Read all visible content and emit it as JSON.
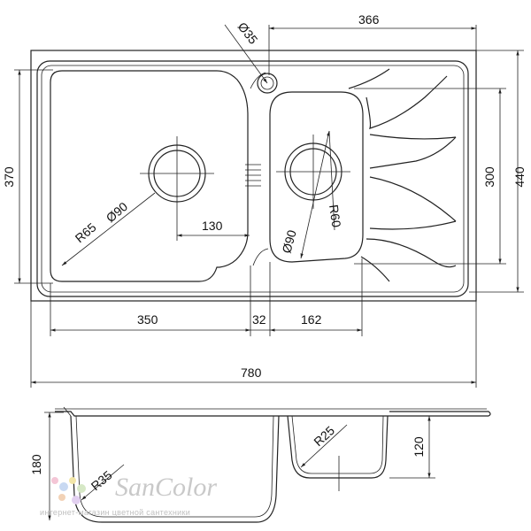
{
  "dimensions": {
    "overall_width": "780",
    "overall_depth": "440",
    "bowl_width_large": "350",
    "divider_width": "32",
    "bowl_width_small": "162",
    "drainer_width": "366",
    "bowl_depth_large": "370",
    "bowl_depth_small": "300",
    "drain_offset": "130",
    "drain_diameter_large": "Ø90",
    "drain_diameter_small": "Ø90",
    "tap_hole_diameter": "Ø35",
    "corner_radius_large": "R65",
    "corner_radius_small": "R60",
    "section_height_large": "180",
    "section_height_small": "120",
    "section_radius_large": "R35",
    "section_radius_small": "R25"
  },
  "watermark": {
    "logo": "SanColor",
    "tagline": "интернет-магазин цветной сантехники"
  }
}
